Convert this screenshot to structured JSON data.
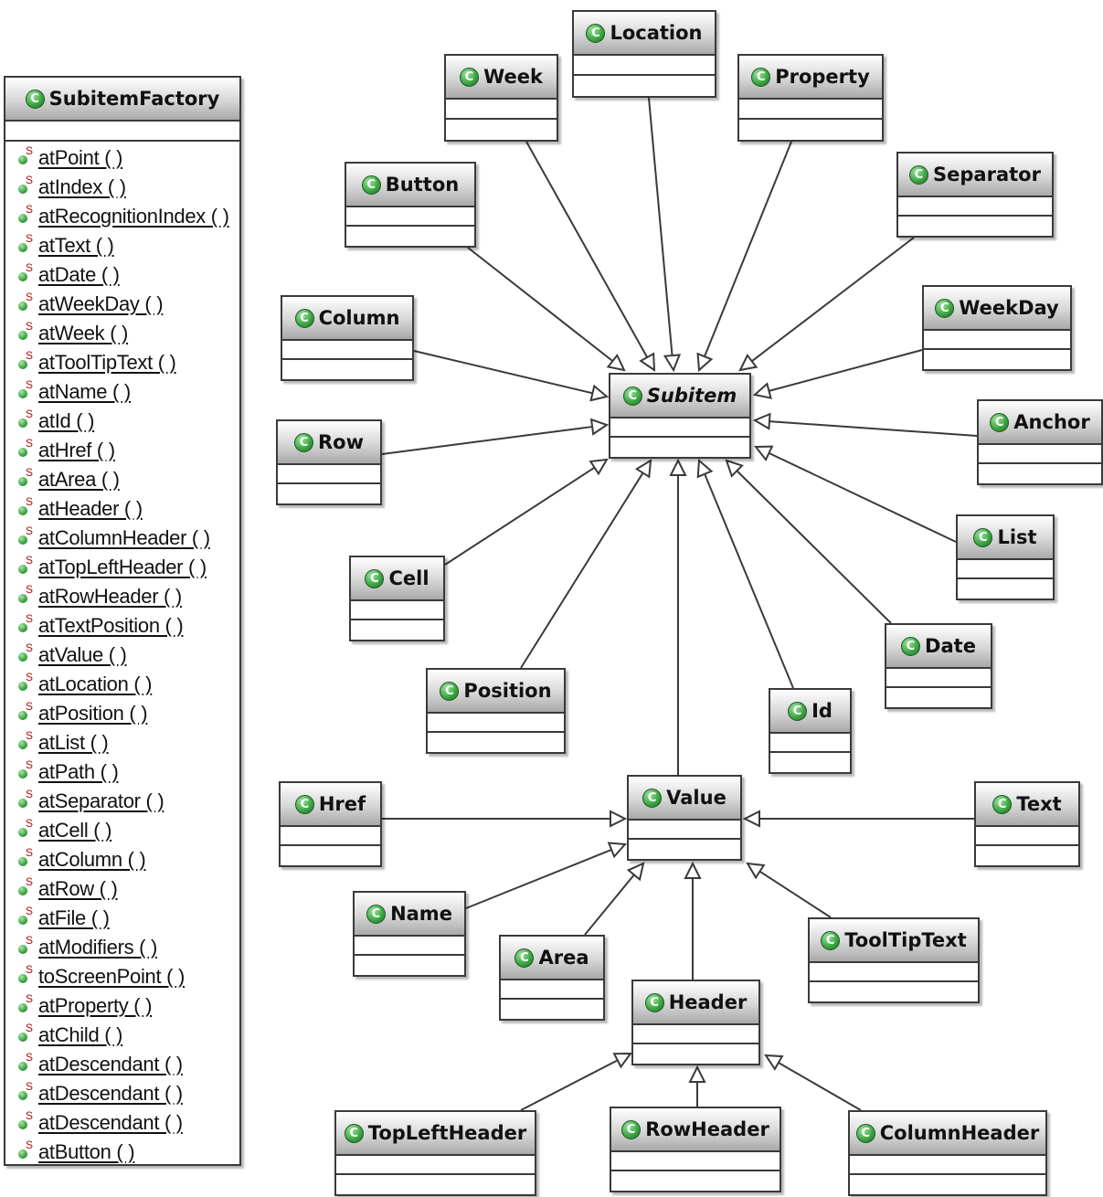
{
  "factory": {
    "name": "SubitemFactory",
    "methods": [
      "atPoint ( )",
      "atIndex ( )",
      "atRecognitionIndex ( )",
      "atText ( )",
      "atDate ( )",
      "atWeekDay ( )",
      "atWeek ( )",
      "atToolTipText ( )",
      "atName ( )",
      "atId ( )",
      "atHref ( )",
      "atArea ( )",
      "atHeader ( )",
      "atColumnHeader ( )",
      "atTopLeftHeader ( )",
      "atRowHeader ( )",
      "atTextPosition ( )",
      "atValue ( )",
      "atLocation ( )",
      "atPosition ( )",
      "atList ( )",
      "atPath ( )",
      "atSeparator ( )",
      "atCell ( )",
      "atColumn ( )",
      "atRow ( )",
      "atFile ( )",
      "atModifiers ( )",
      "toScreenPoint ( )",
      "atProperty ( )",
      "atChild ( )",
      "atDescendant ( )",
      "atDescendant ( )",
      "atDescendant ( )",
      "atButton ( )"
    ]
  },
  "classes": [
    {
      "id": "location",
      "name": "Location",
      "parent": "subitem"
    },
    {
      "id": "week",
      "name": "Week",
      "parent": "subitem"
    },
    {
      "id": "property",
      "name": "Property",
      "parent": "subitem"
    },
    {
      "id": "button",
      "name": "Button",
      "parent": "subitem"
    },
    {
      "id": "separator",
      "name": "Separator",
      "parent": "subitem"
    },
    {
      "id": "column",
      "name": "Column",
      "parent": "subitem"
    },
    {
      "id": "weekday",
      "name": "WeekDay",
      "parent": "subitem"
    },
    {
      "id": "subitem",
      "name": "Subitem",
      "abstract": true
    },
    {
      "id": "row",
      "name": "Row",
      "parent": "subitem"
    },
    {
      "id": "anchor",
      "name": "Anchor",
      "parent": "subitem"
    },
    {
      "id": "list",
      "name": "List",
      "parent": "subitem"
    },
    {
      "id": "cell",
      "name": "Cell",
      "parent": "subitem"
    },
    {
      "id": "date",
      "name": "Date",
      "parent": "subitem"
    },
    {
      "id": "position",
      "name": "Position",
      "parent": "subitem"
    },
    {
      "id": "id",
      "name": "Id",
      "parent": "subitem"
    },
    {
      "id": "value",
      "name": "Value",
      "parent": "subitem"
    },
    {
      "id": "href",
      "name": "Href",
      "parent": "value"
    },
    {
      "id": "text",
      "name": "Text",
      "parent": "value"
    },
    {
      "id": "name",
      "name": "Name",
      "parent": "value"
    },
    {
      "id": "area",
      "name": "Area",
      "parent": "value"
    },
    {
      "id": "tooltiptext",
      "name": "ToolTipText",
      "parent": "value"
    },
    {
      "id": "header",
      "name": "Header",
      "parent": "value"
    },
    {
      "id": "topleftheader",
      "name": "TopLeftHeader",
      "parent": "header"
    },
    {
      "id": "rowheader",
      "name": "RowHeader",
      "parent": "header"
    },
    {
      "id": "columnheader",
      "name": "ColumnHeader",
      "parent": "header"
    }
  ],
  "class_icon_glyph": "C",
  "static_marker": "S",
  "colors": {
    "icon_green": "#3ea844",
    "border": "#3a3a3a",
    "static_marker": "#b01010"
  }
}
